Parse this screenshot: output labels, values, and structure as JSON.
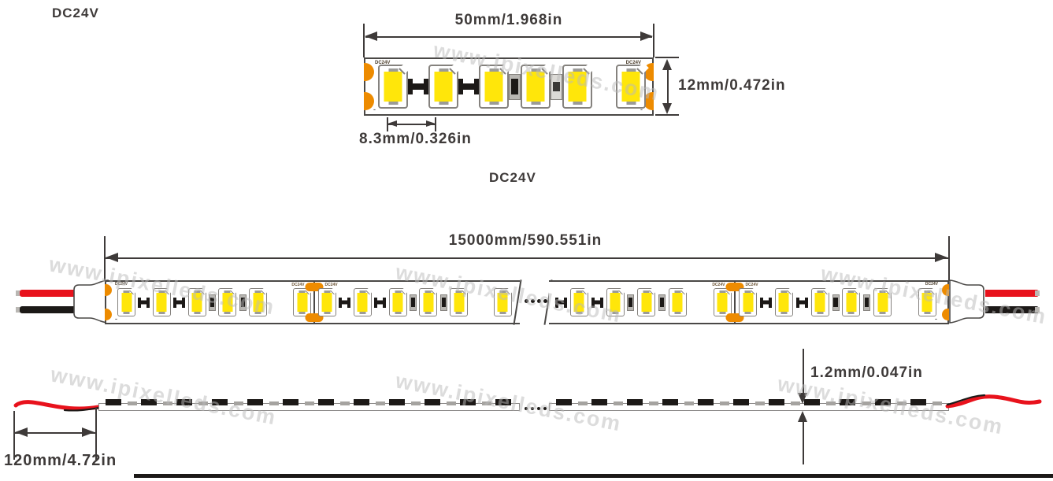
{
  "page": {
    "top_left_label": "DC24V",
    "middle_label": "DC24V"
  },
  "detail_view": {
    "length_dim": "50mm/1.968in",
    "width_dim": "12mm/0.472in",
    "pitch_dim": "8.3mm/0.326in",
    "pcb_label": "DC24V",
    "polarity": "-",
    "sequence": [
      "led",
      "bowtie",
      "led",
      "bowtie",
      "led",
      "res_dark",
      "led",
      "res_light",
      "led",
      "gap",
      "led"
    ]
  },
  "strip_view": {
    "length_dim": "15000mm/590.551in",
    "pcb_label": "DC24V",
    "polarity": "-",
    "left_sequence": [
      "led",
      "bowtie",
      "led",
      "bowtie",
      "led",
      "res_dark",
      "led",
      "res_dark",
      "led",
      "gap",
      "led",
      "cut",
      "led",
      "bowtie",
      "led",
      "bowtie",
      "led",
      "res_dark",
      "led",
      "res_dark",
      "led",
      "gap",
      "led"
    ],
    "right_sequence": [
      "bowtie",
      "led",
      "bowtie",
      "led",
      "res_dark",
      "led",
      "res_dark",
      "led",
      "gap",
      "led",
      "cut",
      "led",
      "bowtie",
      "led",
      "bowtie",
      "led",
      "res_dark",
      "led",
      "res_dark",
      "led",
      "gap",
      "led"
    ]
  },
  "side_view": {
    "thickness_dim": "1.2mm/0.047in",
    "wire_dim": "120mm/4.72in"
  },
  "watermark": {
    "text": "www.ipixelleds.com"
  },
  "colors": {
    "pad_orange": "#ED8B00",
    "led_yellow": "#FFE60A",
    "wire_red": "#E8121C",
    "ink": "#3E3A39",
    "pcb_edge": "#4A4846",
    "component_outline": "#85827E",
    "component_dark": "#1C1917",
    "component_gray": "#A5A3A0"
  }
}
